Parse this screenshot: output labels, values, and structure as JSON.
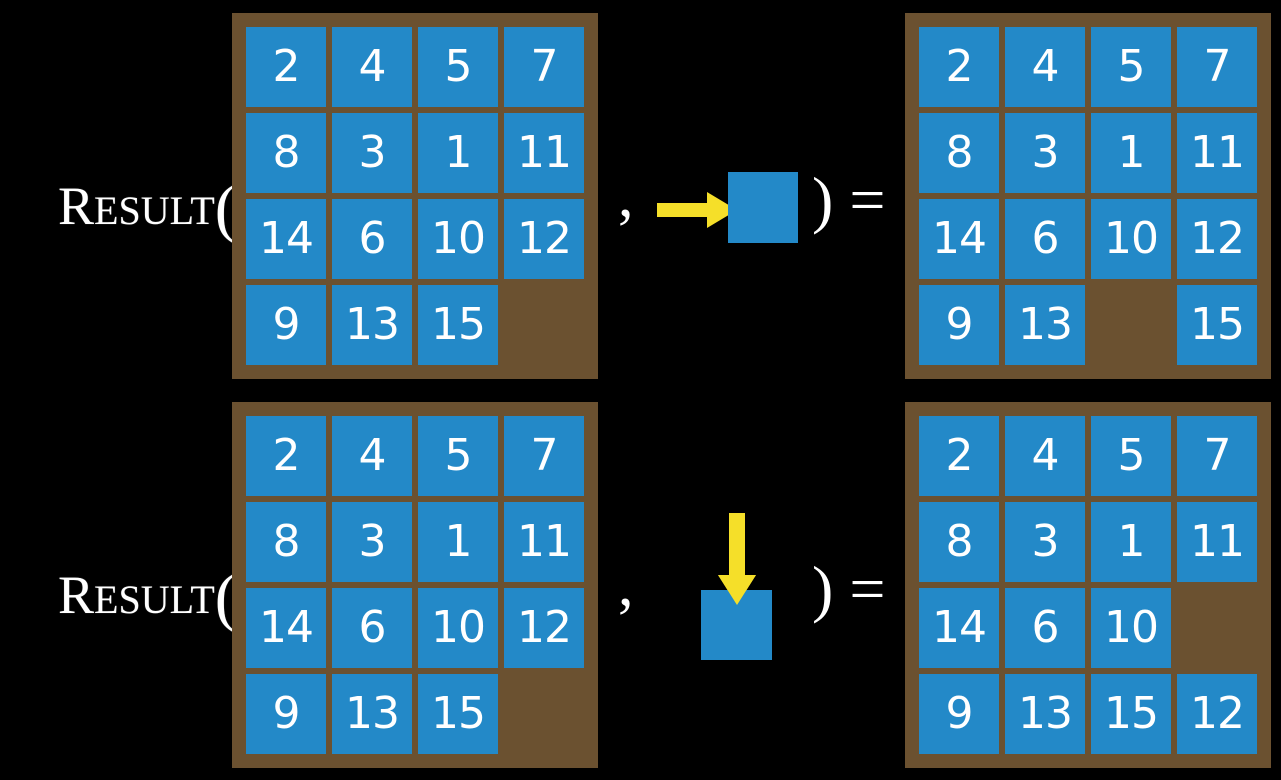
{
  "page": {
    "background_color": "#000000",
    "board_color": "#6b5130",
    "tile_color": "#2389c8",
    "tile_text_color": "#ffffff",
    "arrow_color": "#f5df29",
    "text_color": "#ffffff"
  },
  "rows": [
    {
      "id": "row-1",
      "label": {
        "lead": "R",
        "rest": "ESULT",
        "paren_open": "("
      },
      "separator_comma": ",",
      "action": {
        "icon": "arrow-right-icon",
        "direction": "right",
        "description": "blank tile moves right"
      },
      "paren_close_equals": ") =",
      "input_board": {
        "name": "input-board-row-1",
        "grid": [
          [
            "2",
            "4",
            "5",
            "7"
          ],
          [
            "8",
            "3",
            "1",
            "11"
          ],
          [
            "14",
            "6",
            "10",
            "12"
          ],
          [
            "9",
            "13",
            "15",
            ""
          ]
        ]
      },
      "output_board": {
        "name": "output-board-row-1",
        "grid": [
          [
            "2",
            "4",
            "5",
            "7"
          ],
          [
            "8",
            "3",
            "1",
            "11"
          ],
          [
            "14",
            "6",
            "10",
            "12"
          ],
          [
            "9",
            "13",
            "",
            "15"
          ]
        ]
      }
    },
    {
      "id": "row-2",
      "label": {
        "lead": "R",
        "rest": "ESULT",
        "paren_open": "("
      },
      "separator_comma": ",",
      "action": {
        "icon": "arrow-down-icon",
        "direction": "down",
        "description": "blank tile moves down"
      },
      "paren_close_equals": ") =",
      "input_board": {
        "name": "input-board-row-2",
        "grid": [
          [
            "2",
            "4",
            "5",
            "7"
          ],
          [
            "8",
            "3",
            "1",
            "11"
          ],
          [
            "14",
            "6",
            "10",
            "12"
          ],
          [
            "9",
            "13",
            "15",
            ""
          ]
        ]
      },
      "output_board": {
        "name": "output-board-row-2",
        "grid": [
          [
            "2",
            "4",
            "5",
            "7"
          ],
          [
            "8",
            "3",
            "1",
            "11"
          ],
          [
            "14",
            "6",
            "10",
            ""
          ],
          [
            "9",
            "13",
            "15",
            "12"
          ]
        ]
      }
    }
  ]
}
